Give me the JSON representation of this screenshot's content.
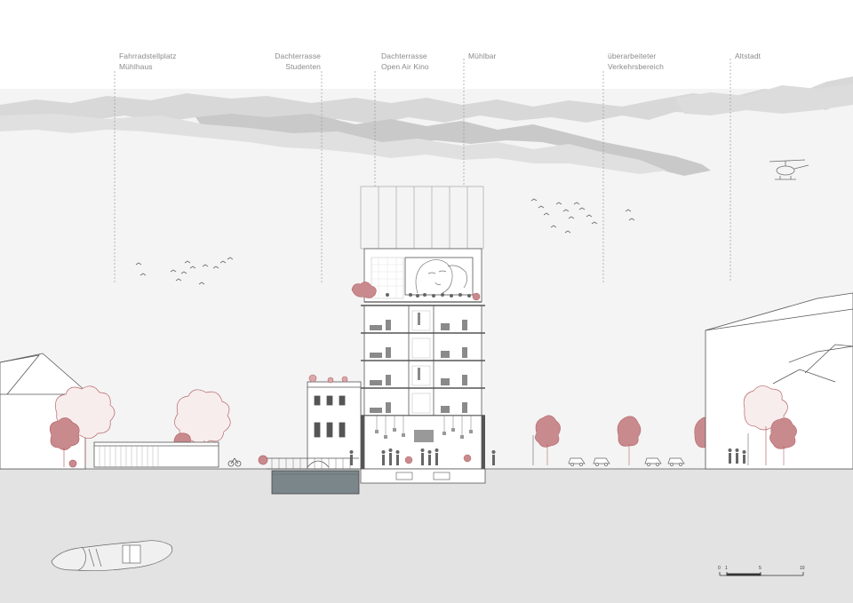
{
  "annotations": [
    {
      "id": "fahrradstellplatz",
      "lines": [
        "Fahrradstellplatz",
        "Mühlhaus"
      ]
    },
    {
      "id": "dachterrasse-studenten",
      "lines": [
        "Dachterrasse",
        "Studenten"
      ]
    },
    {
      "id": "dachterrasse-kino",
      "lines": [
        "Dachterrasse",
        "Open Air Kino"
      ]
    },
    {
      "id": "muehlbar",
      "lines": [
        "Mühlbar"
      ]
    },
    {
      "id": "verkehrsbereich",
      "lines": [
        "überarbeiteter",
        "Verkehrsbereich"
      ]
    },
    {
      "id": "altstadt",
      "lines": [
        "Altstadt"
      ]
    }
  ],
  "scale_bar": {
    "ticks": [
      "0",
      "1",
      "5",
      "10"
    ]
  },
  "colors": {
    "accent_red": "#b5666a",
    "ground": "#e3e3e3",
    "sky": "#f4f4f4",
    "cloud": "#cfcfcf",
    "line": "#555555",
    "water": "#7b868a"
  }
}
